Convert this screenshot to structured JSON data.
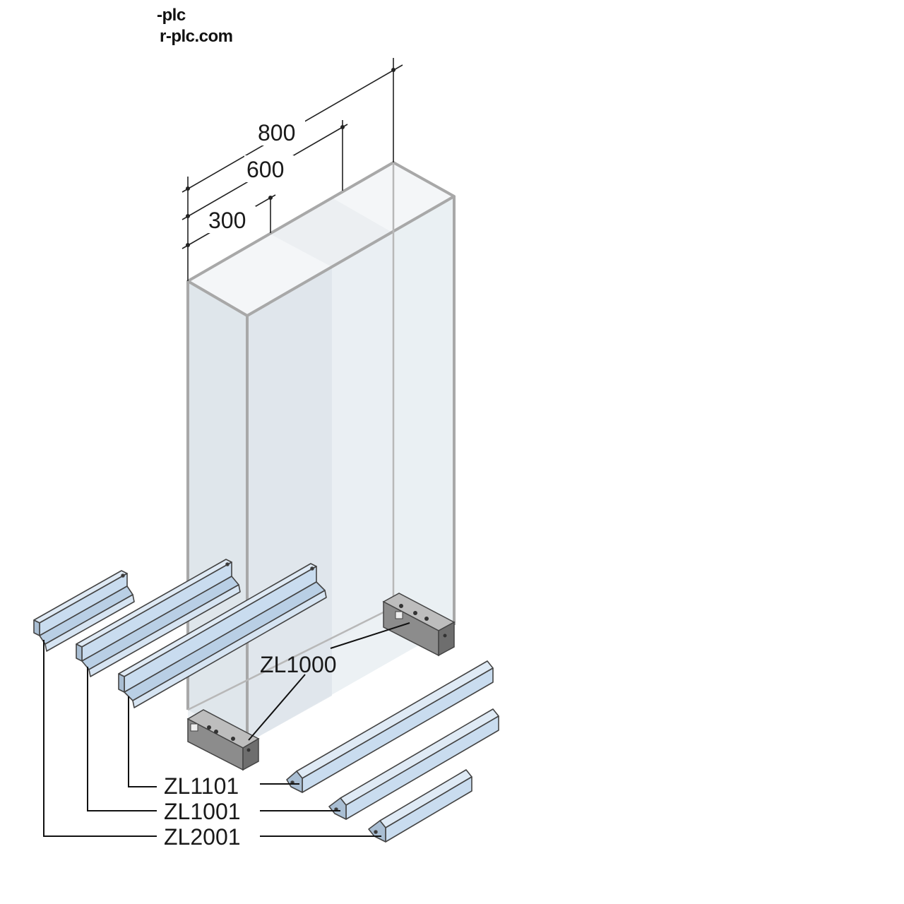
{
  "watermark": {
    "line1": "-plc",
    "line2": "r-plc.com"
  },
  "dimensions": {
    "d800": "800",
    "d600": "600",
    "d300": "300"
  },
  "parts": {
    "zl1000": "ZL1000",
    "zl1101": "ZL1101",
    "zl1001": "ZL1001",
    "zl2001": "ZL2001"
  },
  "colors": {
    "frame": "#a8a8a8",
    "glass": "#e4ebf0",
    "rail": "#c9dcef",
    "rail_stroke": "#555555",
    "base": "#8c8c8c",
    "leader": "#111111"
  }
}
